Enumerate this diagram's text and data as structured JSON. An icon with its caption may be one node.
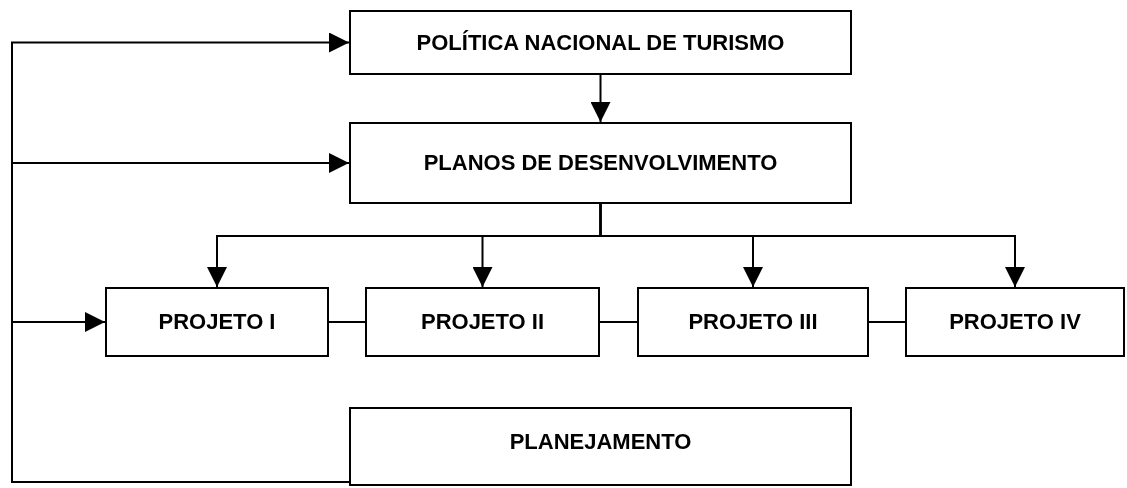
{
  "diagram": {
    "nodes": [
      {
        "text": [
          "POLÍTICA NACIONAL DE TURISMO"
        ]
      },
      {
        "text": [
          "PLANOS DE DESENVOLVIMENTO"
        ]
      },
      {
        "text": [
          "PROJETO I"
        ]
      },
      {
        "text": [
          "PROJETO II"
        ]
      },
      {
        "text": [
          "PROJETO III"
        ]
      },
      {
        "text": [
          "PROJETO IV"
        ]
      },
      {
        "text": [
          "PLANEJAMENTO"
        ]
      }
    ],
    "edges": [
      {
        "from": 0,
        "to": 1,
        "arrow": "to"
      },
      {
        "from": 1,
        "to": 2,
        "arrow": "to"
      },
      {
        "from": 1,
        "to": 3,
        "arrow": "to"
      },
      {
        "from": 1,
        "to": 4,
        "arrow": "to"
      },
      {
        "from": 1,
        "to": 5,
        "arrow": "to"
      },
      {
        "from": 2,
        "to": 3,
        "arrow": "none"
      },
      {
        "from": 3,
        "to": 4,
        "arrow": "none"
      },
      {
        "from": 4,
        "to": 5,
        "arrow": "none"
      },
      {
        "from": 6,
        "to": 0,
        "arrow": "to"
      },
      {
        "from": 6,
        "to": 1,
        "arrow": "to"
      },
      {
        "from": 6,
        "to": 2,
        "arrow": "to"
      }
    ]
  }
}
